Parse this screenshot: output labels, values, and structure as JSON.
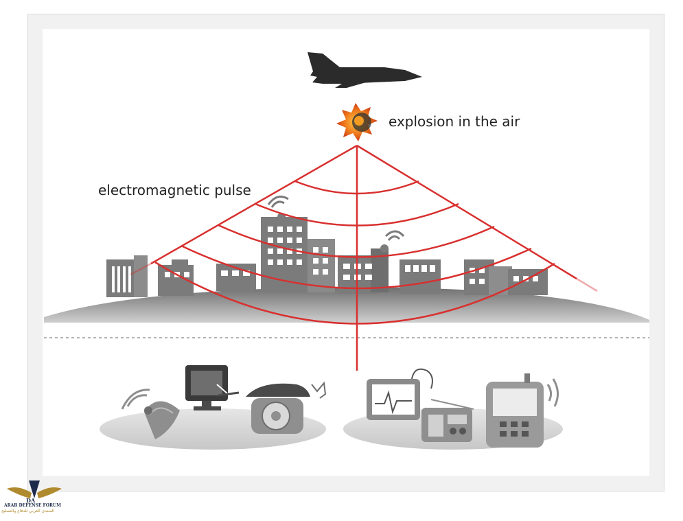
{
  "labels": {
    "explosion": "explosion in the air",
    "emp": "electromagnetic pulse"
  },
  "watermark": {
    "abbr": "DA",
    "name": "ARAB DEFENSE FORUM",
    "arabic": "المنتدى العربي للدفاع والتسليح"
  },
  "icons": [
    "fighter-jet-icon",
    "explosion-icon",
    "city-skyline",
    "satellite-dish-icon",
    "computer-monitor-icon",
    "rotary-telephone-icon",
    "heart-monitor-icon",
    "radio-icon",
    "mobile-phone-icon"
  ],
  "colors": {
    "pulse": "#d8302f",
    "ground": "#8a8a8a",
    "buildings": "#7a7a7a",
    "text": "#222222"
  }
}
